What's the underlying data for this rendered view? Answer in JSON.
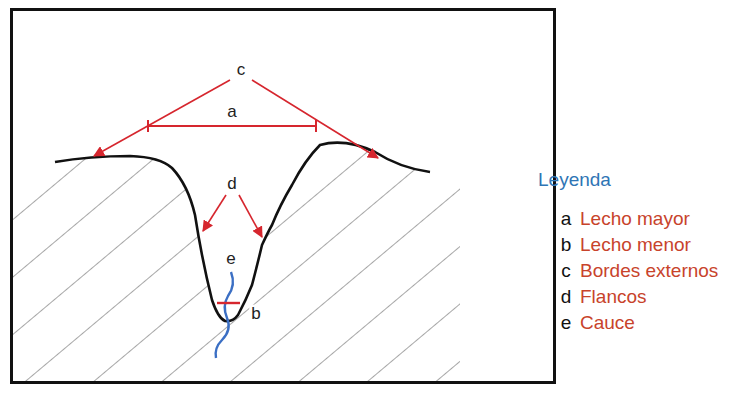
{
  "diagram": {
    "labels": [
      "c",
      "a",
      "d",
      "e",
      "b",
      "Leyenda",
      "a",
      "b",
      "c",
      "d",
      "e"
    ],
    "legend": [
      {
        "text": "Lecho mayor"
      },
      {
        "text": "Lecho menor"
      },
      {
        "text": "Bordes externos"
      },
      {
        "text": "Flancos"
      },
      {
        "text": "Cauce"
      }
    ]
  }
}
